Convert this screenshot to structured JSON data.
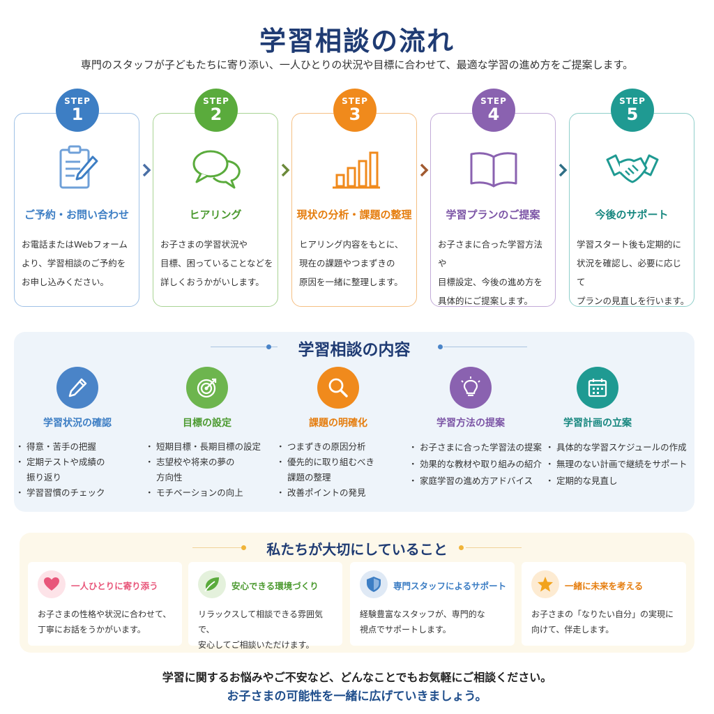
{
  "header": {
    "title": "学習相談の流れ",
    "lead": "専門のスタッフが子どもたちに寄り添い、一人ひとりの状況や目標に合わせて、最適な学習の進め方をご提案します。"
  },
  "steps": [
    {
      "label": "STEP",
      "num": "1",
      "title": "ご予約・お問い合わせ",
      "lines": [
        "お電話またはWebフォーム",
        "より、学習相談のご予約を",
        "お申し込みください。"
      ],
      "color": "#3d7ec4",
      "icon": "clipboard-pencil-icon"
    },
    {
      "label": "STEP",
      "num": "2",
      "title": "ヒアリング",
      "lines": [
        "お子さまの学習状況や",
        "目標、困っていることなどを",
        "詳しくおうかがいします。"
      ],
      "color": "#5aab3c",
      "icon": "speech-bubbles-icon"
    },
    {
      "label": "STEP",
      "num": "3",
      "title": "現状の分析・課題の整理",
      "lines": [
        "ヒアリング内容をもとに、",
        "現在の課題やつまずきの",
        "原因を一緒に整理します。"
      ],
      "color": "#f08a1c",
      "icon": "bar-chart-icon"
    },
    {
      "label": "STEP",
      "num": "4",
      "title": "学習プランのご提案",
      "lines": [
        "お子さまに合った学習方法や",
        "目標設定、今後の進め方を",
        "具体的にご提案します。"
      ],
      "color": "#8a62b0",
      "icon": "open-book-icon"
    },
    {
      "label": "STEP",
      "num": "5",
      "title": "今後のサポート",
      "lines": [
        "学習スタート後も定期的に",
        "状況を確認し、必要に応じて",
        "プランの見直しを行います。"
      ],
      "color": "#1f9a92",
      "icon": "handshake-icon"
    }
  ],
  "content": {
    "title": "学習相談の内容",
    "items": [
      {
        "title": "学習状況の確認",
        "color": "#4a84c8",
        "icon": "pencil-icon",
        "list": [
          "得意・苦手の把握",
          "定期テストや成績の\n振り返り",
          "学習習慣のチェック"
        ]
      },
      {
        "title": "目標の設定",
        "color": "#5aab3c",
        "icon": "target-icon",
        "list": [
          "短期目標・長期目標の設定",
          "志望校や将来の夢の\n方向性",
          "モチベーションの向上"
        ]
      },
      {
        "title": "課題の明確化",
        "color": "#f08a1c",
        "icon": "magnifier-icon",
        "list": [
          "つまずきの原因分析",
          "優先的に取り組むべき\n課題の整理",
          "改善ポイントの発見"
        ]
      },
      {
        "title": "学習方法の提案",
        "color": "#8a62b0",
        "icon": "lightbulb-icon",
        "list": [
          "お子さまに合った学習法の提案",
          "効果的な教材や取り組みの紹介",
          "家庭学習の進め方アドバイス"
        ]
      },
      {
        "title": "学習計画の立案",
        "color": "#1f9a92",
        "icon": "calendar-icon",
        "list": [
          "具体的な学習スケジュールの作成",
          "無理のない計画で継続をサポート",
          "定期的な見直し"
        ]
      }
    ]
  },
  "values": {
    "title": "私たちが大切にしていること",
    "items": [
      {
        "title": "一人ひとりに寄り添う",
        "color": "#e8567a",
        "bg": "#fde3e8",
        "icon": "heart-icon",
        "lines": [
          "お子さまの性格や状況に合わせて、",
          "丁寧にお話をうかがいます。"
        ]
      },
      {
        "title": "安心できる環境づくり",
        "color": "#5aab3c",
        "bg": "#e4f1dc",
        "icon": "leaf-icon",
        "lines": [
          "リラックスして相談できる雰囲気で、",
          "安心してご相談いただけます。"
        ]
      },
      {
        "title": "専門スタッフによるサポート",
        "color": "#3d7ec4",
        "bg": "#dfe9f5",
        "icon": "shield-icon",
        "lines": [
          "経験豊富なスタッフが、専門的な",
          "視点でサポートします。"
        ]
      },
      {
        "title": "一緒に未来を考える",
        "color": "#f08a1c",
        "bg": "#fdebd2",
        "icon": "star-icon",
        "lines": [
          "お子さまの「なりたい自分」の実現に",
          "向けて、伴走します。"
        ]
      }
    ]
  },
  "closing": {
    "line1": "学習に関するお悩みやご不安など、どんなことでもお気軽にご相談ください。",
    "line2": "お子さまの可能性を一緒に広げていきましょう。"
  }
}
